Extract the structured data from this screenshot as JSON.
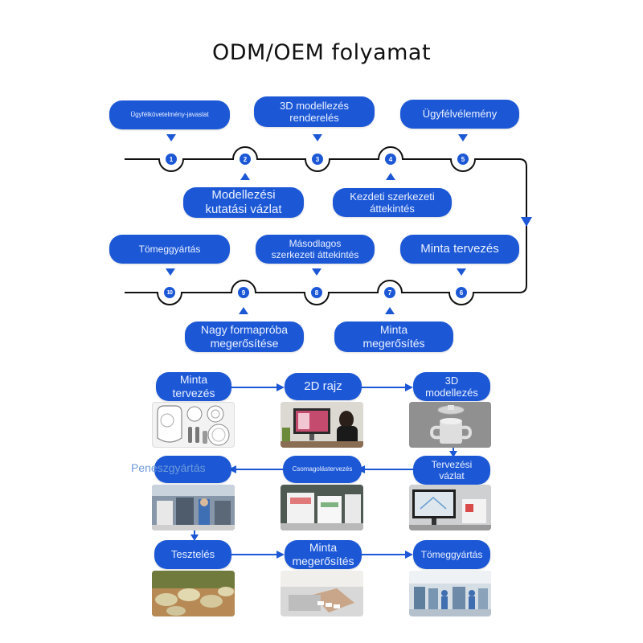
{
  "title": "ODM/OEM folyamat",
  "top_process": {
    "row1_above": [
      "Ügyfélkövetelmény-javaslat",
      "3D modellezés\nrenderelés",
      "Ügyfélvélemény"
    ],
    "row1_below": [
      "Modellezési\nkutatási vázlat",
      "Kezdeti szerkezeti\náttekintés"
    ],
    "row1_nodes": [
      "1",
      "2",
      "3",
      "4",
      "5"
    ],
    "row2_above": [
      "Tömeggyártás",
      "Másodlagos\nszerkezeti áttekintés",
      "Minta tervezés"
    ],
    "row2_below": [
      "Nagy formapróba\nmegerősítése",
      "Minta\nmegerősítés"
    ],
    "row2_nodes": [
      "10",
      "9",
      "8",
      "7",
      "6"
    ]
  },
  "bottom_process": {
    "row1": [
      "Minta\ntervezés",
      "2D rajz",
      "3D\nmodellezés"
    ],
    "row2": [
      "Peneszgyártás",
      "Csomagolástervezés",
      "Tervezési\nvázlat"
    ],
    "row3": [
      "Tesztelés",
      "Minta\nmegerősítés",
      "Tömeggyártás"
    ]
  },
  "colors": {
    "accent": "#1c58d6",
    "line": "#111111",
    "faded_label": "#6d9ad8"
  },
  "photo_icons": [
    "baby-tableware-photo",
    "designer-computer-photo",
    "3d-cup-render-photo",
    "mold-factory-photo",
    "packaging-photo",
    "design-sketch-screen-photo",
    "testing-plates-photo",
    "sample-confirmation-photo",
    "mass-production-factory-photo"
  ]
}
